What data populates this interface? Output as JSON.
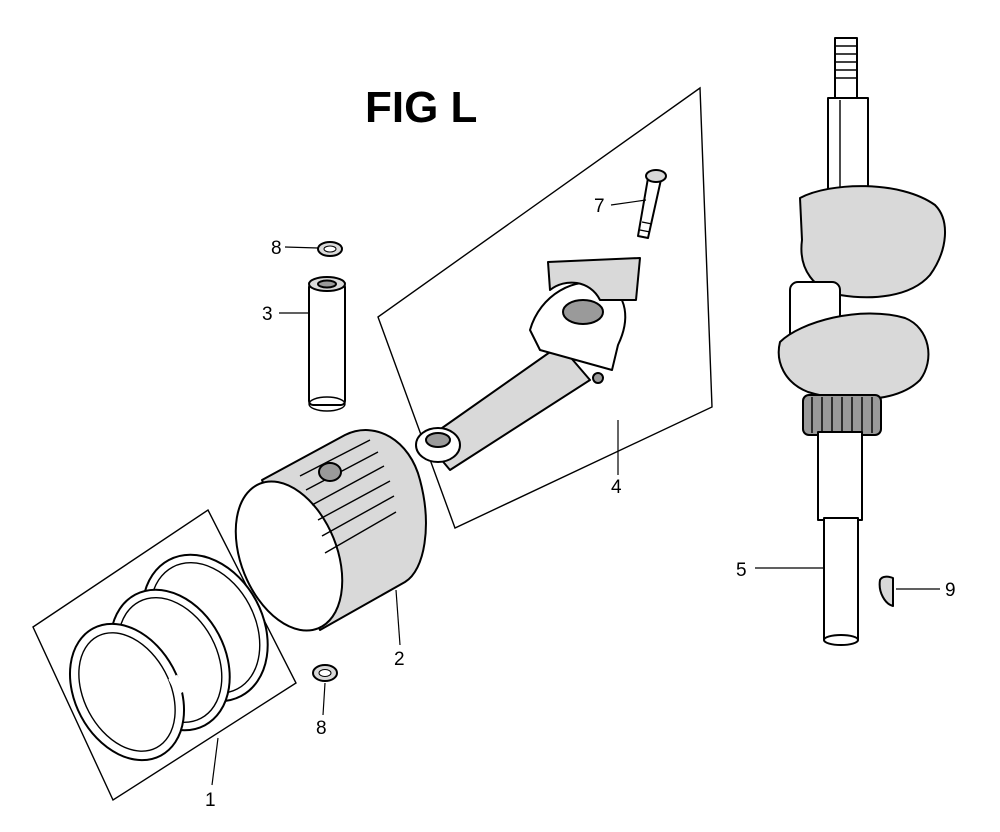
{
  "figure": {
    "title": "FIG L"
  },
  "callouts": [
    {
      "id": "1",
      "label": "1",
      "part": "piston-ring-set"
    },
    {
      "id": "2",
      "label": "2",
      "part": "piston"
    },
    {
      "id": "3",
      "label": "3",
      "part": "piston-pin"
    },
    {
      "id": "4",
      "label": "4",
      "part": "connecting-rod-assembly"
    },
    {
      "id": "5",
      "label": "5",
      "part": "crankshaft"
    },
    {
      "id": "7",
      "label": "7",
      "part": "connecting-rod-bolt"
    },
    {
      "id": "8a",
      "label": "8",
      "part": "piston-pin-clip-upper"
    },
    {
      "id": "8b",
      "label": "8",
      "part": "piston-pin-clip-lower"
    },
    {
      "id": "9",
      "label": "9",
      "part": "woodruff-key"
    }
  ]
}
